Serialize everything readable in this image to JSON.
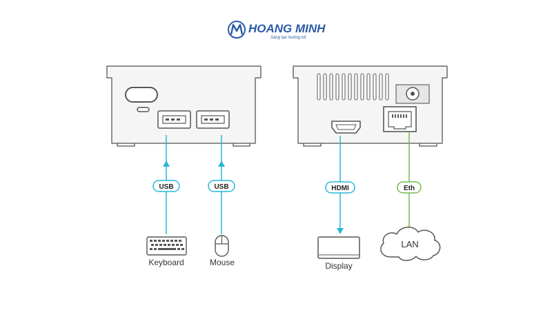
{
  "logo": {
    "brand": "HOANG MINH",
    "tagline": "Sáng tạo hướng tới",
    "brand_color": "#2a5aa7"
  },
  "colors": {
    "usb": "#29b6d8",
    "hdmi": "#29b6d8",
    "eth": "#6dbf4b",
    "device": "#6b6b6b",
    "device_fill": "#f5f5f5"
  },
  "connections": {
    "usb1_label": "USB",
    "usb2_label": "USB",
    "hdmi_label": "HDMI",
    "eth_label": "Eth"
  },
  "peripherals": {
    "keyboard": "Keyboard",
    "mouse": "Mouse",
    "display": "Display",
    "lan": "LAN"
  },
  "icons": {
    "logo": "hm-logo-icon",
    "power_button": "power-button-icon",
    "usb_port": "usb-port-icon",
    "hdmi_port": "hdmi-port-icon",
    "ethernet_port": "ethernet-port-icon",
    "dc_jack": "dc-jack-icon",
    "keyboard": "keyboard-icon",
    "mouse": "mouse-icon",
    "display": "display-icon",
    "cloud": "cloud-icon"
  }
}
